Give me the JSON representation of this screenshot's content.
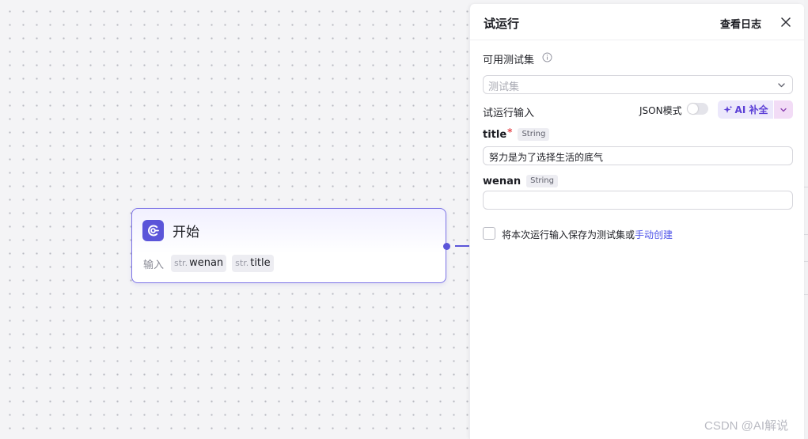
{
  "canvas": {
    "start_node": {
      "title": "开始",
      "inputs_label": "输入",
      "variables": [
        {
          "type": "str.",
          "name": "wenan"
        },
        {
          "type": "str.",
          "name": "title"
        }
      ]
    }
  },
  "panel": {
    "title": "试运行",
    "view_logs": "查看日志",
    "test_set_label": "可用测试集",
    "test_set_placeholder": "测试集",
    "run_input_label": "试运行输入",
    "json_mode_label": "JSON模式",
    "ai_complete_label": "AI 补全",
    "fields": [
      {
        "name": "title",
        "required_mark": "*",
        "type": "String",
        "value": "努力是为了选择生活的底气"
      },
      {
        "name": "wenan",
        "type": "String",
        "value": ""
      }
    ],
    "save_text": "将本次运行输入保存为测试集或",
    "manual_create": "手动创建"
  },
  "watermark": "CSDN @AI解说",
  "colors": {
    "accent": "#5b55d9",
    "link": "#4d53e8",
    "required": "#e5484d"
  }
}
